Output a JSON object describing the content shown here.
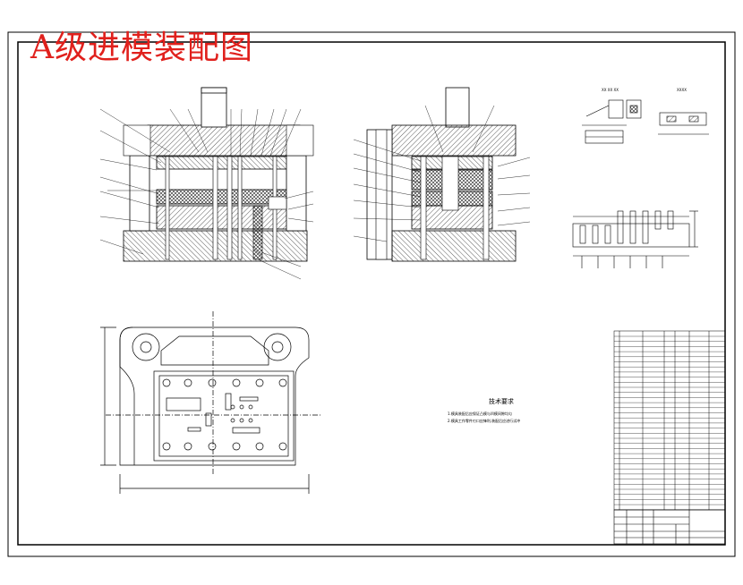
{
  "drawing": {
    "title": "A级进模装配图"
  },
  "technical_requirements": {
    "title": "技术要求",
    "lines": [
      "1.模具装配后应保证凸模与凹模间隙均匀",
      "2.模具工作零件刃口应锋利,装配后应进行试冲"
    ]
  },
  "colors": {
    "title": "#e0201c",
    "lines": "#000000",
    "hatch": "#333333"
  }
}
